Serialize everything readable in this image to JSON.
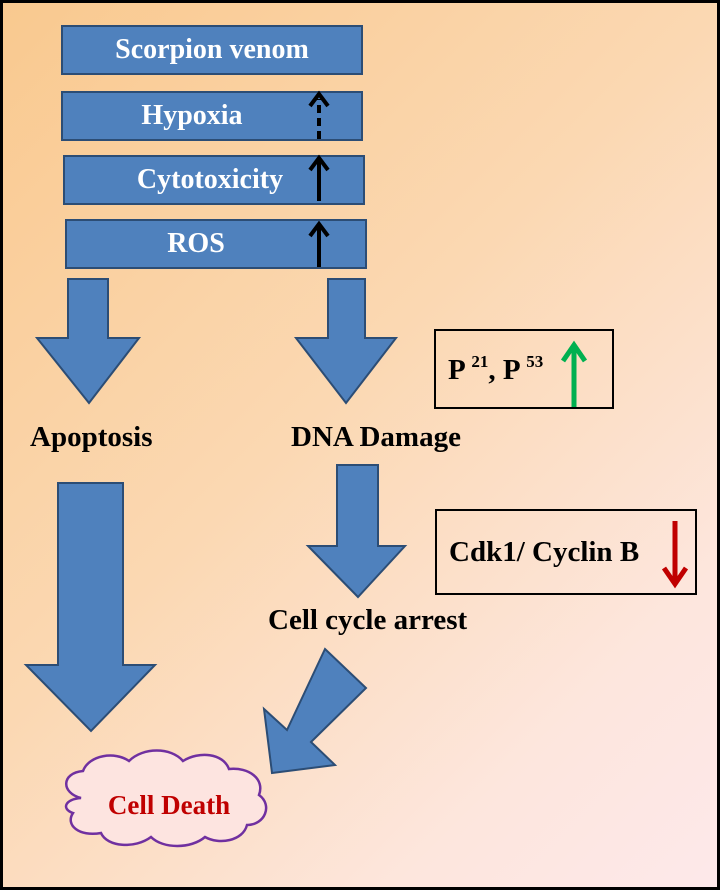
{
  "stack": [
    {
      "label": "Scorpion venom"
    },
    {
      "label": "Hypoxia"
    },
    {
      "label": "Cytotoxicity"
    },
    {
      "label": "ROS"
    }
  ],
  "labels": {
    "apoptosis": "Apoptosis",
    "dna_damage": "DNA Damage",
    "cell_cycle_arrest": "Cell cycle arrest",
    "cell_death": "Cell Death"
  },
  "markers": {
    "p_markers": {
      "p": "P",
      "sup1": "21",
      "sep": ", P",
      "sup2": "53",
      "direction": "up",
      "color": "#00b050"
    },
    "cdk": {
      "label": "Cdk1/ Cyclin B",
      "direction": "down",
      "color": "#c00000"
    }
  },
  "colors": {
    "box_fill": "#4f81bd",
    "box_border": "#2c4d75",
    "arrow_fill": "#4f81bd",
    "cloud_border": "#7030a0",
    "cloud_text": "#c00000"
  }
}
